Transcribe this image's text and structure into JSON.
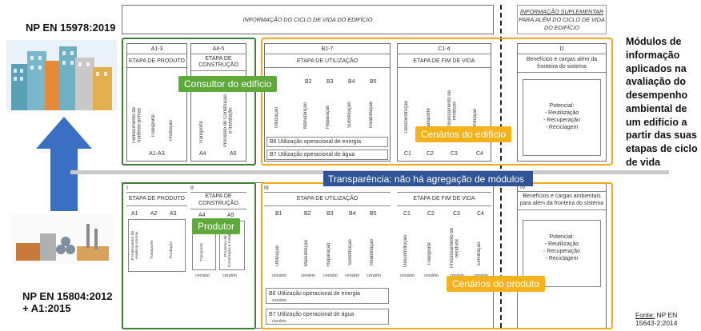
{
  "standards": {
    "top": "NP EN 15978:2019",
    "bottom_line1": "NP EN 15804:2012",
    "bottom_line2": "+ A1:2015"
  },
  "header": {
    "lifecycle_info": "INFORMAÇÃO DO CICLO DE VIDA DO EDIFÍCIO",
    "supplementary_l1": "INFORMAÇÃO SUPLEMENTAR",
    "supplementary_l2": "PARA ALÉM DO CICLO DE VIDA",
    "supplementary_l3": "DO EDIFÍCIO"
  },
  "top_section": {
    "product": {
      "code": "A1-3",
      "title": "ETAPA DE PRODUTO",
      "modules": [
        "Fornecimento de matérias-primas",
        "Transporte",
        "Produção"
      ],
      "footer": "A1-A3"
    },
    "construction": {
      "code": "A4-5",
      "title_l1": "ETAPA DE",
      "title_l2": "CONSTRUÇÃO",
      "modules": [
        "Transporte",
        "Processo de Construção e Instalação"
      ],
      "codes": [
        "A4",
        "A5"
      ]
    },
    "use": {
      "code": "B1-7",
      "title": "ETAPA DE UTILIZAÇÃO",
      "codes": [
        "B2",
        "B3",
        "B4",
        "B5"
      ],
      "modules": [
        "Utilização",
        "Manutenção",
        "Reparação",
        "Substituição",
        "Reabilitação"
      ],
      "b6": "B6  Utilização operacional de energia",
      "b7": "B7  Utilização operacional de água"
    },
    "eol": {
      "code": "C1-4",
      "title": "ETAPA DE FIM DE VIDA",
      "modules": [
        "Desconstrução",
        "Transporte",
        "Processamento de resíduos",
        "Eliminação"
      ],
      "codes": [
        "C1",
        "C2",
        "C3",
        "C4"
      ]
    },
    "beyond": {
      "code": "D",
      "title_l1": "Benefícios e cargas além da",
      "title_l2": "fronteira do sistema",
      "potential": "Potencial:",
      "items": [
        "- Reutilização",
        "- Recuperação",
        "- Reciclagem"
      ]
    }
  },
  "bottom_section": {
    "roman": [
      "I",
      "II",
      "III",
      "IV"
    ],
    "product": {
      "title": "ETAPA DE PRODUTO",
      "codes": [
        "A1",
        "A2",
        "A3"
      ],
      "modules": [
        "Fornecimento de matérias-primas",
        "Transporte",
        "Produção"
      ]
    },
    "construction": {
      "title_l1": "ETAPA DE",
      "title_l2": "CONSTRUÇÃO",
      "codes": [
        "A4",
        "A5"
      ],
      "modules": [
        "Transporte",
        "Processo de Construção e Instalação"
      ]
    },
    "use": {
      "title": "ETAPA DE UTILIZAÇÃO",
      "codes": [
        "B1",
        "B2",
        "B3",
        "B4",
        "B5"
      ],
      "modules": [
        "Utilização",
        "Manutenção",
        "Reparação",
        "Substituição",
        "Reabilitação"
      ],
      "b6": "B6  Utilização operacional de energia",
      "b7": "B7  Utilização operacional de água"
    },
    "eol": {
      "title": "ETAPA DE FIM DE VIDA",
      "codes": [
        "C1",
        "C2",
        "C3",
        "C4"
      ],
      "modules": [
        "Desconstrução",
        "Transporte",
        "Processamento de resíduos",
        "Eliminação"
      ]
    },
    "beyond": {
      "title_l1": "Benefícios e cargas ambientais",
      "title_l2": "para além da fronteira do sistema",
      "potential": "Potencial:",
      "items": [
        "- Reutilização",
        "- Recuperação",
        "- Reciclagem"
      ]
    },
    "scenario": "cenário"
  },
  "labels": {
    "consultor": "Consultor do edifício",
    "produtor": "Produtor",
    "cenarios_edificio": "Cenários do edifício",
    "cenarios_produto": "Cenários do produto",
    "transparencia": "Transparência: não há agregação de módulos"
  },
  "right_text": [
    "Módulos de",
    "informação",
    "aplicados na",
    "avaliação do",
    "desempenho",
    "ambiental de",
    "um edifício a",
    "partir das suas",
    "etapas de ciclo",
    "de vida"
  ],
  "source": {
    "label": "Fonte:",
    "text_l1": " NP EN",
    "text_l2": "15643-2:2014"
  },
  "colors": {
    "green": "#3f7f3a",
    "green_label": "#5fa93a",
    "yellow": "#f0a81c",
    "blue_arrow": "#3a6fc4",
    "transparency_bar": "#2f5597"
  }
}
